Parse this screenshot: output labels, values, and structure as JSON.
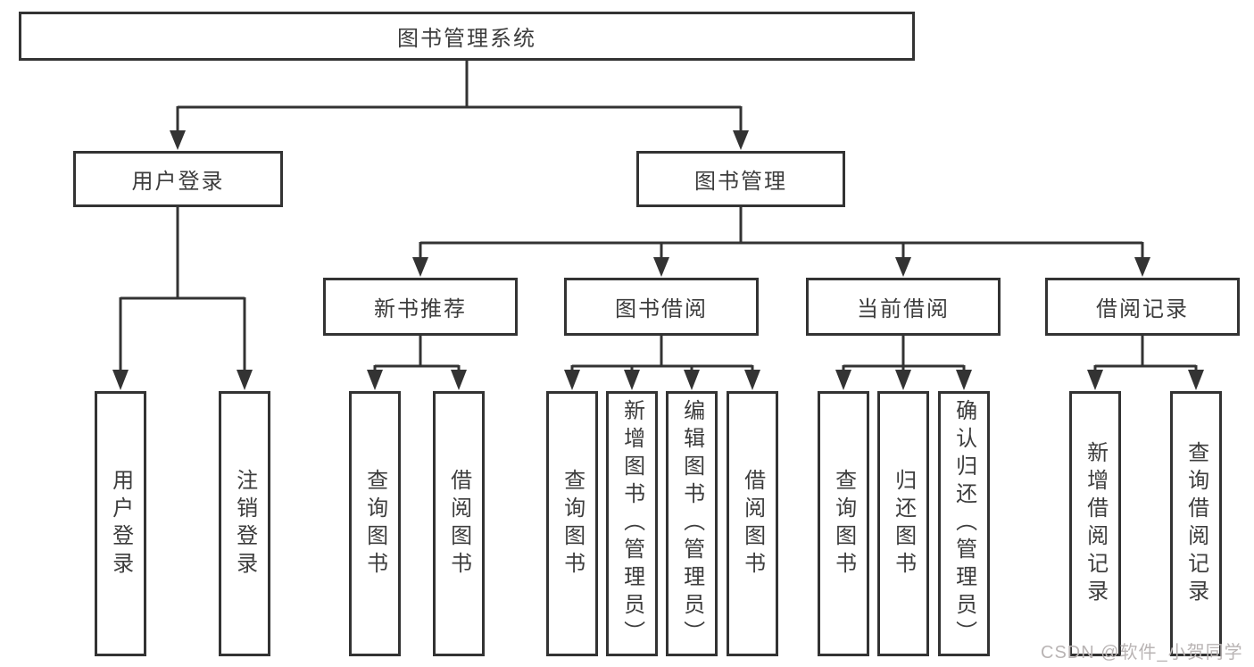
{
  "nodes": {
    "root": "图书管理系统",
    "userLogin": "用户登录",
    "bookMgmt": "图书管理",
    "newBookRec": "新书推荐",
    "bookBorrow": "图书借阅",
    "currentBorrow": "当前借阅",
    "borrowRecords": "借阅记录"
  },
  "leaves": {
    "userLogin": "用户登录",
    "logout": "注销登录",
    "recQuery": "查询图书",
    "recBorrow": "借阅图书",
    "borrowQuery": "查询图书",
    "borrowAdd": "新增图书（管理员）",
    "borrowEdit": "编辑图书（管理员）",
    "borrowBorrow": "借阅图书",
    "currentQuery": "查询图书",
    "currentReturn": "归还图书",
    "currentConfirm": "确认归还（管理员）",
    "recordAdd": "新增借阅记录",
    "recordQuery": "查询借阅记录"
  },
  "watermark": "CSDN @软件_小贺同学",
  "colors": {
    "line": "#333333",
    "text": "#3d3d3d",
    "background": "#ffffff",
    "watermark": "#b9b4b4"
  }
}
